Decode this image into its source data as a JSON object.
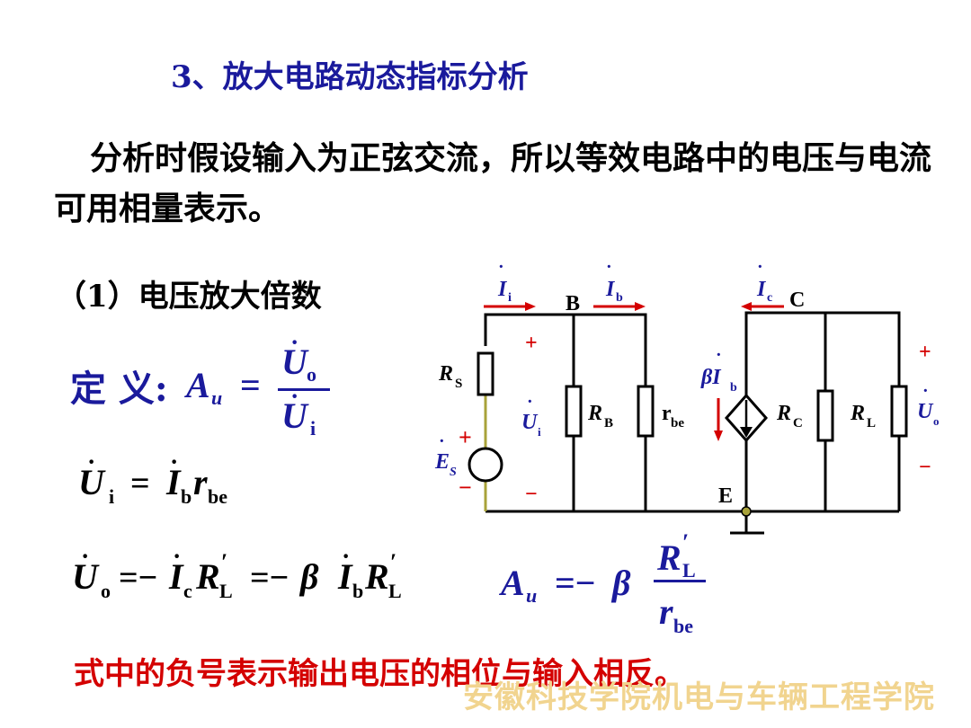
{
  "title": "3、放大电路动态指标分析",
  "intro": "分析时假设输入为正弦交流，所以等效电路中的电压与电流可用相量表示。",
  "section": "（1）电压放大倍数",
  "definition_label": "定 义:",
  "note": "式中的负号表示输出电压的相位与输入相反。",
  "watermark": "安徽科技学院机电与车辆工程学院",
  "formulas": {
    "gain_def": "Au = U̇o / U̇i",
    "ui": "U̇i = İb rbe",
    "uo": "U̇o = −İc R′L = −β İb R′L",
    "au": "Au = −β R′L / rbe"
  },
  "circuit": {
    "node_b": "B",
    "node_c": "C",
    "node_e": "E",
    "current_i": "İi",
    "current_b": "İb",
    "current_c": "İc",
    "source": "ĖS",
    "controlled_source": "βİb",
    "resistors": [
      "RS",
      "RB",
      "rbe",
      "RC",
      "RL"
    ],
    "input_voltage": "U̇i",
    "output_voltage": "U̇o",
    "plus": "+",
    "minus": "−"
  },
  "colors": {
    "blue": "#1a1a9c",
    "red": "#d40000",
    "olive": "#a8a23a",
    "watermark": "#f1d48f"
  }
}
